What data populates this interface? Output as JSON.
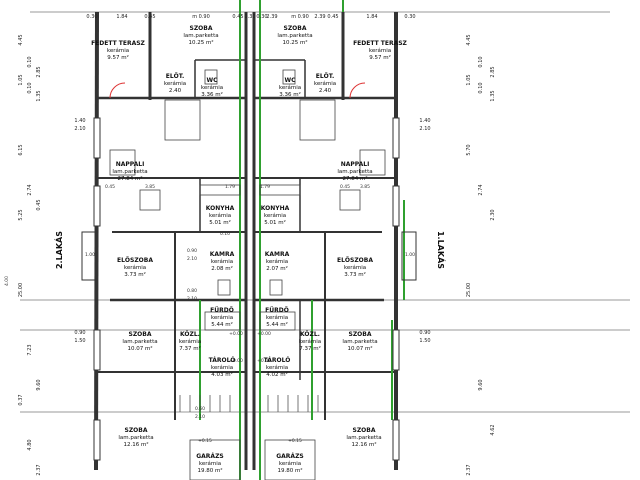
{
  "plan": {
    "apartments": [
      {
        "label": "2.LAKÁS"
      },
      {
        "label": "1.LAKÁS"
      }
    ],
    "rooms": [
      {
        "name": "FEDETT TERASZ",
        "floor": "kerámia",
        "area": "9.57 m²"
      },
      {
        "name": "SZOBA",
        "floor": "lam.parketta",
        "area": "10.25 m²"
      },
      {
        "name": "SZOBA",
        "floor": "lam.parketta",
        "area": "10.25 m²"
      },
      {
        "name": "FEDETT TERASZ",
        "floor": "kerámia",
        "area": "9.57 m²"
      },
      {
        "name": "ELŐT.",
        "floor": "kerámia",
        "area": "2.40"
      },
      {
        "name": "WC",
        "floor": "kerámia",
        "area": "3.36 m²"
      },
      {
        "name": "WC",
        "floor": "kerámia",
        "area": "3.36 m²"
      },
      {
        "name": "ELŐT.",
        "floor": "kerámia",
        "area": "2.40"
      },
      {
        "name": "NAPPALI",
        "floor": "lam.parketta",
        "area": "27.84 m²"
      },
      {
        "name": "NAPPALI",
        "floor": "lam.parketta",
        "area": "27.84 m²"
      },
      {
        "name": "KONYHA",
        "floor": "kerámia",
        "area": "5.01 m²"
      },
      {
        "name": "KONYHA",
        "floor": "kerámia",
        "area": "5.01 m²"
      },
      {
        "name": "KAMRA",
        "floor": "kerámia",
        "area": "2.08 m²"
      },
      {
        "name": "KAMRA",
        "floor": "kerámia",
        "area": "2.07 m²"
      },
      {
        "name": "ELŐSZOBA",
        "floor": "kerámia",
        "area": "3.73 m²"
      },
      {
        "name": "ELŐSZOBA",
        "floor": "kerámia",
        "area": "3.73 m²"
      },
      {
        "name": "FÜRDŐ",
        "floor": "kerámia",
        "area": "5.44 m²"
      },
      {
        "name": "FÜRDŐ",
        "floor": "kerámia",
        "area": "5.44 m²"
      },
      {
        "name": "SZOBA",
        "floor": "lam.parketta",
        "area": "10.07 m²"
      },
      {
        "name": "KÖZL.",
        "floor": "kerámia",
        "area": "7.37 m²"
      },
      {
        "name": "KÖZL.",
        "floor": "kerámia",
        "area": "7.37 m²"
      },
      {
        "name": "SZOBA",
        "floor": "lam.parketta",
        "area": "10.07 m²"
      },
      {
        "name": "TÁROLÓ",
        "floor": "kerámia",
        "area": "4.03 m²"
      },
      {
        "name": "TÁROLÓ",
        "floor": "kerámia",
        "area": "4.02 m²"
      },
      {
        "name": "SZOBA",
        "floor": "lam.parketta",
        "area": "12.16 m²"
      },
      {
        "name": "SZOBA",
        "floor": "lam.parketta",
        "area": "12.16 m²"
      },
      {
        "name": "GARÁZS",
        "floor": "kerámia",
        "area": "19.80 m²"
      },
      {
        "name": "GARÁZS",
        "floor": "kerámia",
        "area": "19.80 m²"
      }
    ],
    "top_dims": [
      "0.30",
      "1.84",
      "0.45",
      "m 0.90",
      "0.45",
      "2.39",
      "0.30",
      "0.30",
      "2.39",
      "m 0.90",
      "0.45",
      "1.84",
      "0.30"
    ],
    "left_dims": [
      "4.45",
      "0.10",
      "2.85",
      "1.05",
      "0.10",
      "1.35",
      "6.15",
      "2.74",
      "0.45",
      "5.25",
      "7.23",
      "9.60",
      "0.37",
      "4.80",
      "2.37",
      "25.00"
    ],
    "right_dims": [
      "4.45",
      "0.10",
      "2.85",
      "1.05",
      "0.10",
      "1.35",
      "5.70",
      "2.74",
      "2.30",
      "25.00",
      "9.60",
      "4.62",
      "2.37"
    ],
    "window_dims": [
      "1.40",
      "2.10",
      "1.40",
      "2.10",
      "0.90",
      "1.50",
      "0.90",
      "1.50"
    ],
    "interior_dims": [
      "0.90",
      "2.10",
      "0.80",
      "2.10",
      "0.60",
      "2.10",
      "3.85",
      "0.45",
      "1.79",
      "1.79",
      "0.45",
      "3.85",
      "0.10",
      "1.00",
      "1.00"
    ],
    "levels": [
      "+0.00",
      "+0.00",
      "+0.00",
      "+0.00",
      "+0.15",
      "+0.15"
    ],
    "scale_marks": [
      "4.00"
    ]
  }
}
